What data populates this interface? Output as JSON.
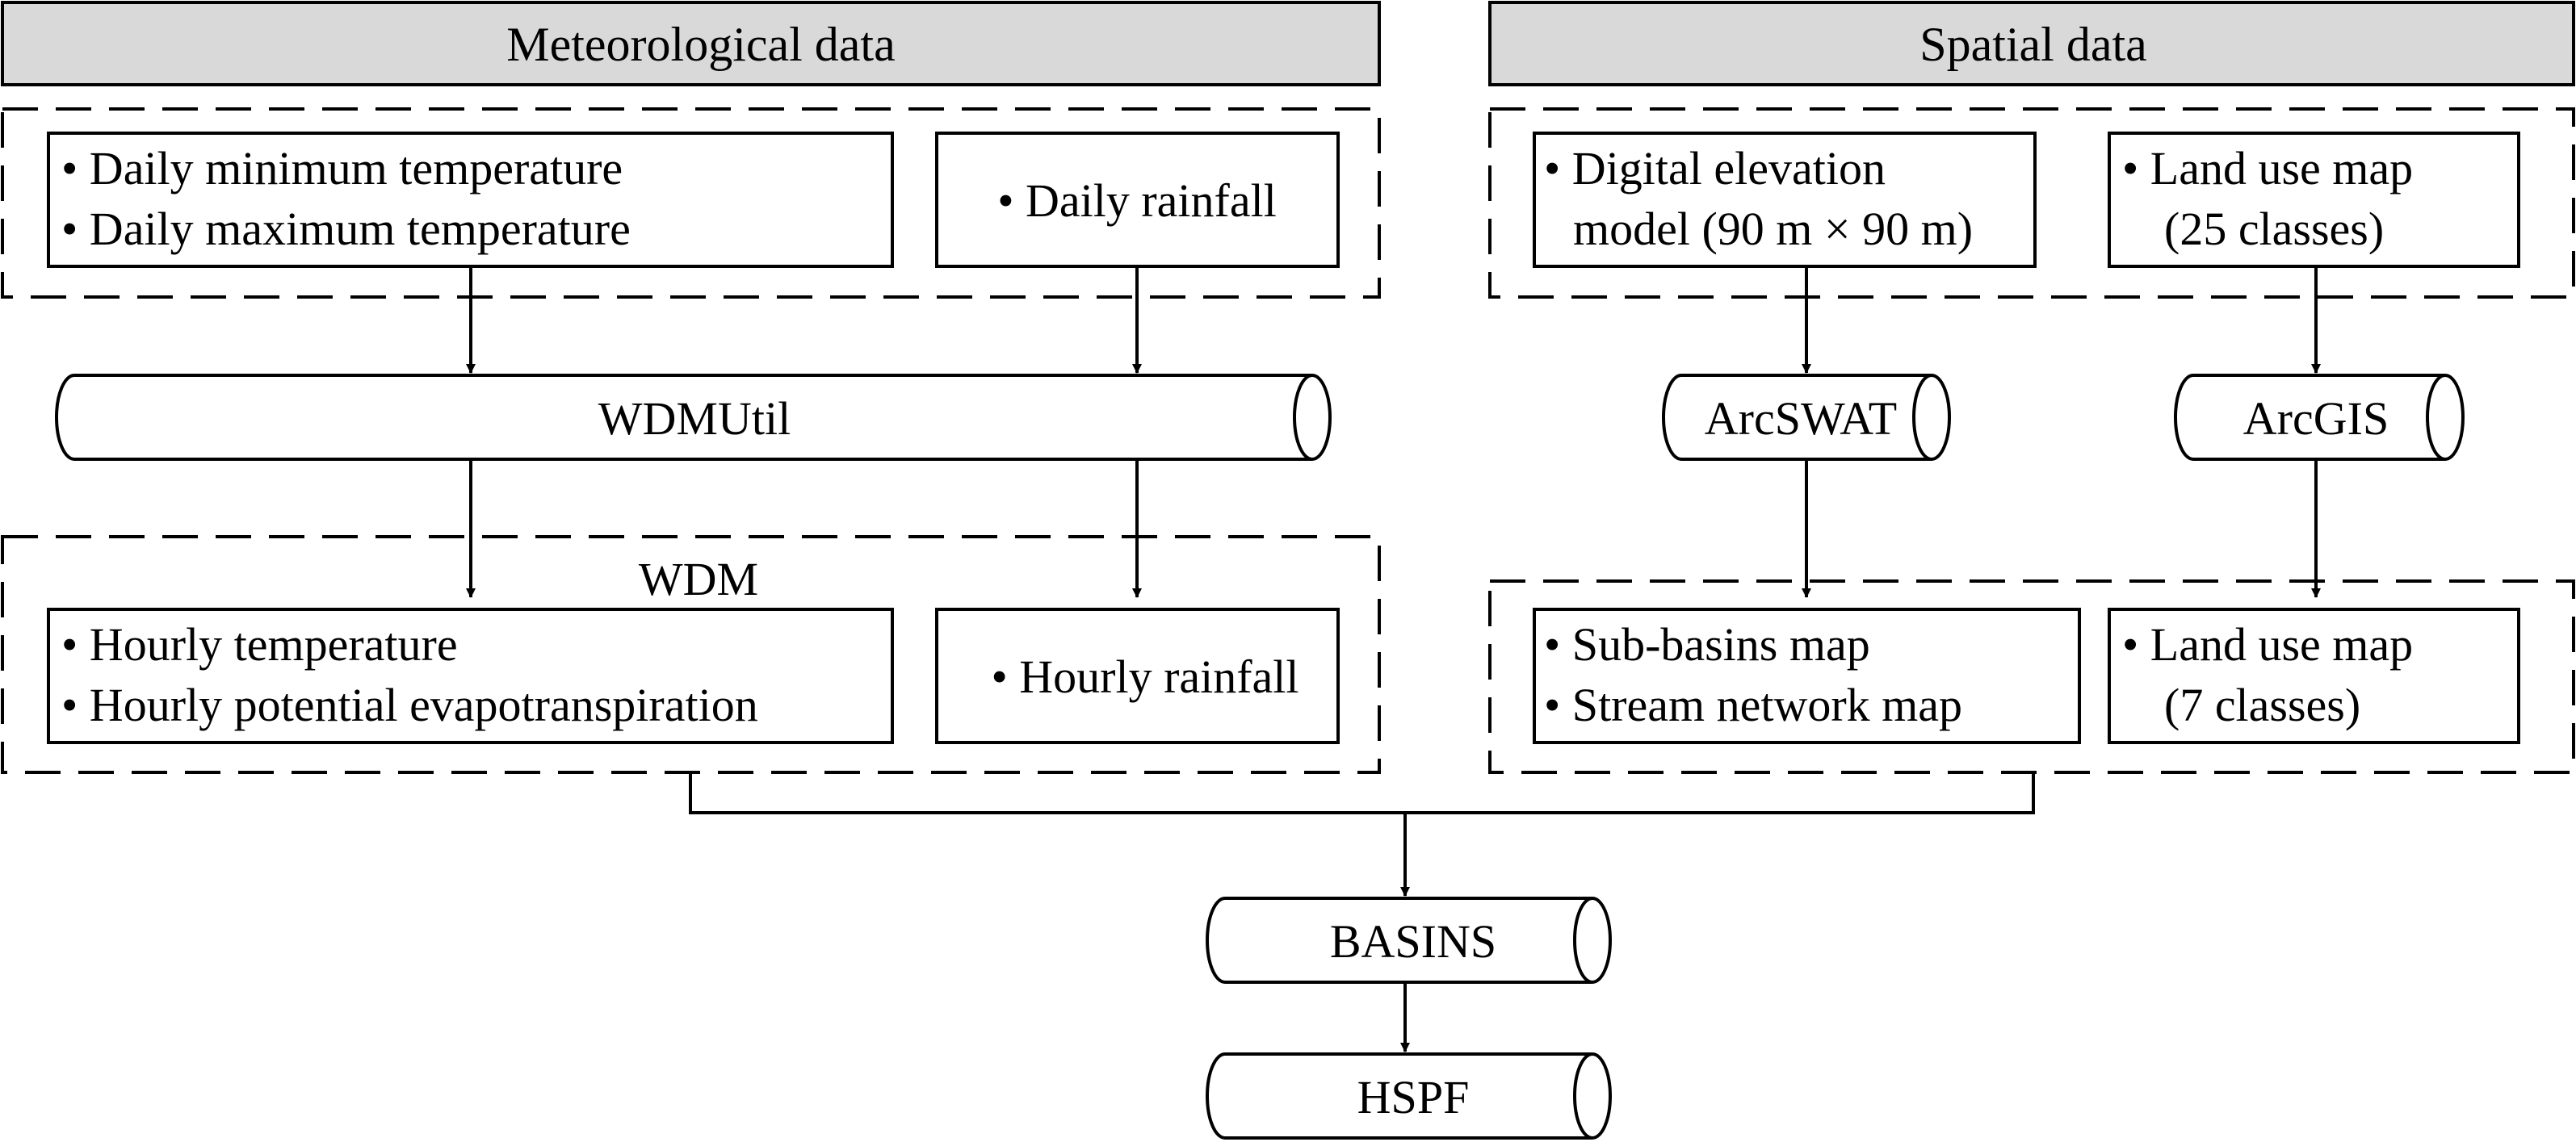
{
  "headers": {
    "meteorological": "Meteorological data",
    "spatial": "Spatial data"
  },
  "meteo_inputs": {
    "temperature_lines": [
      "• Daily minimum temperature",
      "• Daily maximum temperature"
    ],
    "rainfall": "• Daily rainfall"
  },
  "spatial_inputs": {
    "dem_lines": [
      "• Digital elevation",
      "model (90 m × 90 m)"
    ],
    "landuse_lines": [
      "• Land use map",
      "(25 classes)"
    ]
  },
  "tools": {
    "wdmutil": "WDMUtil",
    "arcswat": "ArcSWAT",
    "arcgis": "ArcGIS",
    "basins": "BASINS",
    "hspf": "HSPF"
  },
  "wdm": {
    "label": "WDM",
    "temperature_lines": [
      "• Hourly temperature",
      "• Hourly potential evapotranspiration"
    ],
    "rainfall": "• Hourly rainfall"
  },
  "spatial_outputs": {
    "basin_lines": [
      "• Sub-basins map",
      "• Stream network map"
    ],
    "landuse_lines": [
      "•  Land use map",
      "(7 classes)"
    ]
  },
  "colors": {
    "header_fill": "#d9d9d9",
    "stroke": "#000000"
  }
}
